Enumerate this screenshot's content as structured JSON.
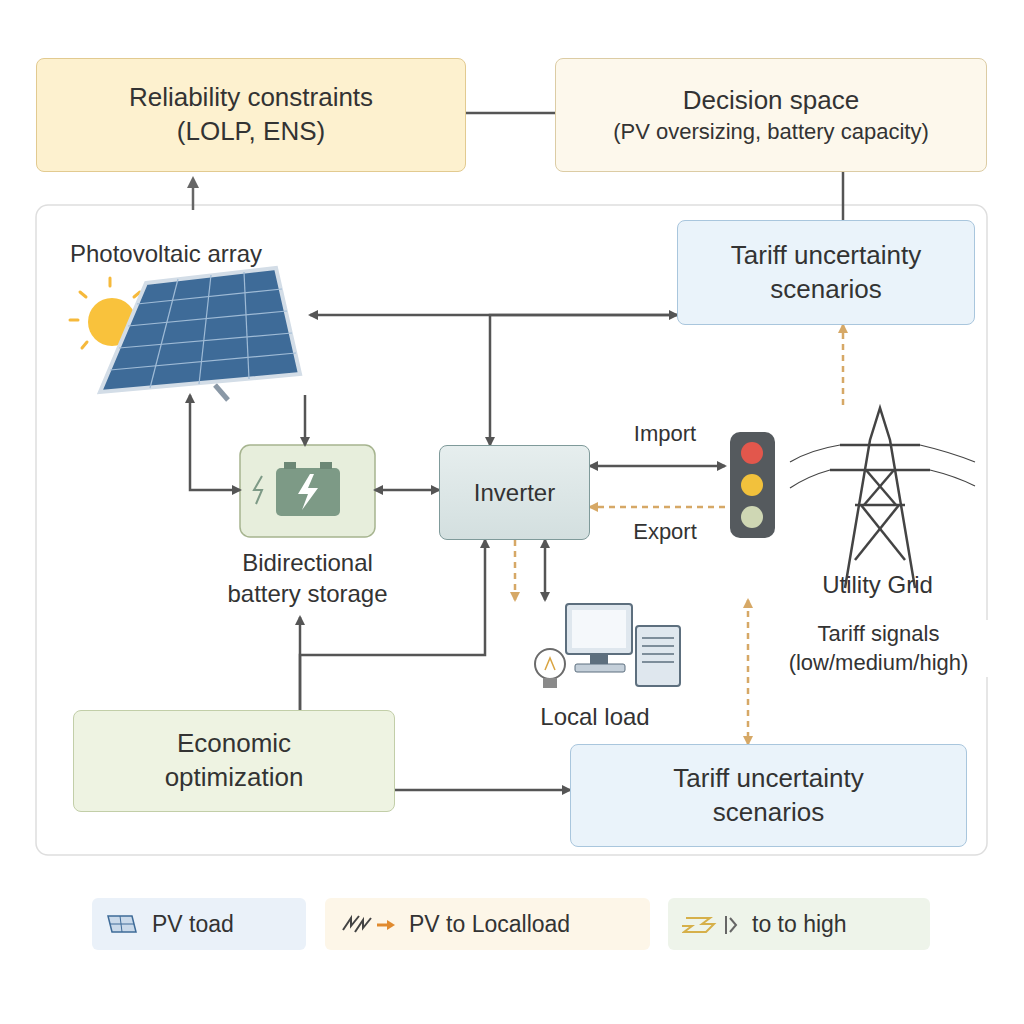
{
  "diagram": {
    "nodes": [
      {
        "text": [
          "Reliability constraints (LOLP, ENS)"
        ]
      },
      {
        "text": [
          "Decision space",
          "(PV oversizing, battery capacity)"
        ]
      },
      {
        "text": [
          "Tariff uncertainty scenarios"
        ]
      },
      {
        "text": [
          "Photovoltaic array"
        ]
      },
      {
        "text": [
          "Bidirectional battery storage"
        ]
      },
      {
        "text": [
          "Inverter"
        ]
      },
      {
        "text": [
          "Local load"
        ]
      },
      {
        "text": [
          "Utility Grid"
        ]
      },
      {
        "text": [
          "Economic optimization"
        ]
      },
      {
        "text": [
          "Tariff uncertainty scenarios"
        ]
      }
    ],
    "edges": [
      {
        "from": 0,
        "to": 1,
        "arrow": "none"
      },
      {
        "from": 1,
        "to": 2,
        "arrow": "none"
      },
      {
        "from": 2,
        "to": 3,
        "arrow": "to"
      },
      {
        "from": 2,
        "to": 5,
        "arrow": "both"
      },
      {
        "from": 3,
        "to": 4,
        "arrow": "to"
      },
      {
        "from": 3,
        "to": 4,
        "arrow": "both"
      },
      {
        "from": 4,
        "to": 5,
        "arrow": "both"
      },
      {
        "from": 5,
        "to": 7,
        "label": "Import",
        "arrow": "both"
      },
      {
        "from": 7,
        "to": 5,
        "label": "Export",
        "arrow": "to"
      },
      {
        "from": 5,
        "to": 6,
        "arrow": "to"
      },
      {
        "from": 5,
        "to": 6,
        "arrow": "both"
      },
      {
        "from": 7,
        "to": 2,
        "arrow": "to"
      },
      {
        "from": 7,
        "to": 9,
        "label": "Tariff signals (low/medium/high)",
        "arrow": "both"
      },
      {
        "from": 8,
        "to": 4,
        "arrow": "to"
      },
      {
        "from": 8,
        "to": 5,
        "arrow": "to"
      },
      {
        "from": 8,
        "to": 9,
        "arrow": "to"
      }
    ],
    "legend": [
      {
        "text": "PV toad"
      },
      {
        "text": "PV to Localload"
      },
      {
        "text": "to to high"
      }
    ]
  }
}
